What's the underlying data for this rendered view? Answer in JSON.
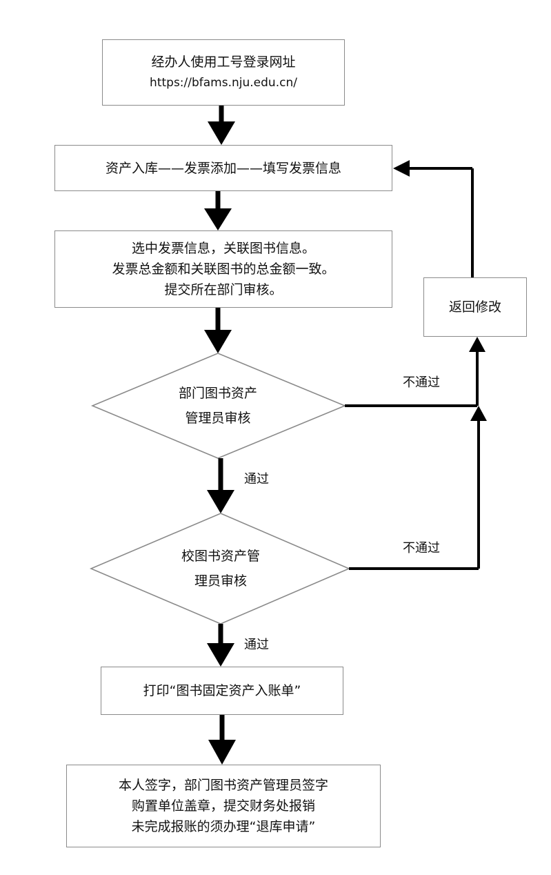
{
  "steps": {
    "login": {
      "line1": "经办人使用工号登录网址",
      "url": "https://bfams.nju.edu.cn/"
    },
    "add_invoice": {
      "text": "资产入库——发票添加——填写发票信息"
    },
    "link_books": {
      "line1": "选中发票信息，关联图书信息。",
      "line2": "发票总金额和关联图书的总金额一致。",
      "line3": "提交所在部门审核。"
    },
    "dept_review": {
      "line1": "部门图书资产",
      "line2": "管理员审核"
    },
    "school_review": {
      "line1": "校图书资产管",
      "line2": "理员审核"
    },
    "print": {
      "text": "打印“图书固定资产入账单”"
    },
    "final": {
      "line1": "本人签字，部门图书资产管理员签字",
      "line2": "购置单位盖章，提交财务处报销",
      "line3": "未完成报账的须办理“退库申请”"
    },
    "return_edit": {
      "text": "返回修改"
    }
  },
  "labels": {
    "pass_1": "通过",
    "pass_2": "通过",
    "fail_1": "不通过",
    "fail_2": "不通过"
  },
  "colors": {
    "border": "#8a8a8a",
    "line": "#000000"
  }
}
